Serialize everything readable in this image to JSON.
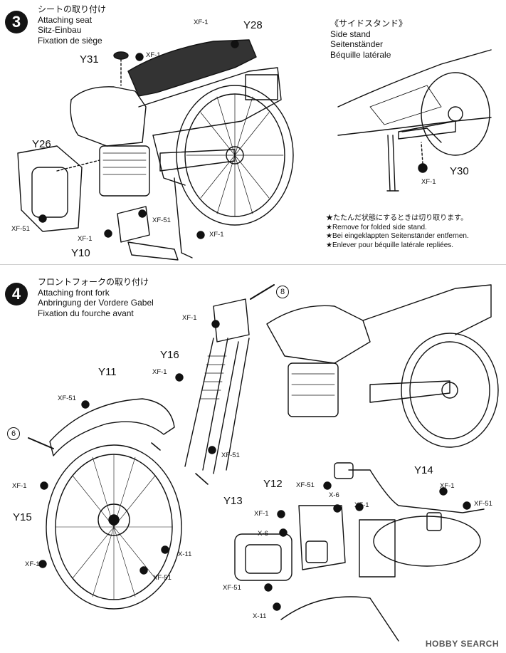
{
  "step3": {
    "number": "3",
    "title_jp": "シートの取り付け",
    "title_en": "Attaching seat",
    "title_de": "Sitz-Einbau",
    "title_fr": "Fixation de siège"
  },
  "side_stand": {
    "title_jp": "《サイドスタンド》",
    "title_en": "Side stand",
    "title_de": "Seitenständer",
    "title_fr": "Béquille latérale",
    "notes": [
      "★たたんだ状態にするときは切り取ります。",
      "★Remove for folded side stand.",
      "★Bei eingeklappten Seitenständer entfernen.",
      "★Enlever pour béquille latérale repliées."
    ]
  },
  "step4": {
    "number": "4",
    "title_jp": "フロントフォークの取り付け",
    "title_en": "Attaching front fork",
    "title_de": "Anbringung der Vordere Gabel",
    "title_fr": "Fixation du fourche avant"
  },
  "part_labels": {
    "y28": "Y28",
    "y31": "Y31",
    "y26": "Y26",
    "y10": "Y10",
    "y30": "Y30",
    "y16": "Y16",
    "y11": "Y11",
    "y15": "Y15",
    "y12": "Y12",
    "y13": "Y13",
    "y14": "Y14"
  },
  "screw_labels": {
    "xf1": "XF-1",
    "xf51": "XF-51",
    "x6": "X-6",
    "x11": "X-11"
  },
  "ref_marks": {
    "eight": "8",
    "six": "6"
  },
  "watermark": "HOBBY SEARCH"
}
